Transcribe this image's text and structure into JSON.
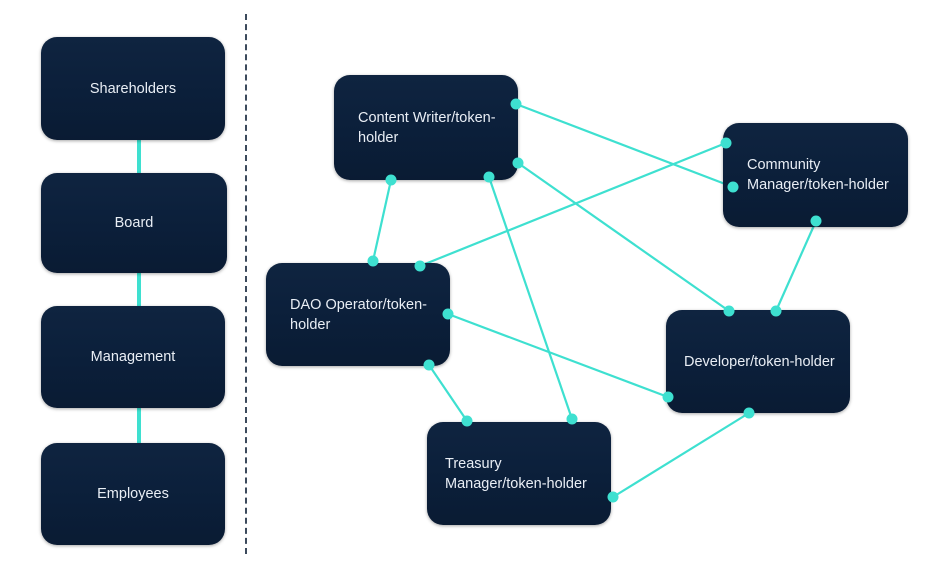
{
  "colors": {
    "box": "#0b1f3a",
    "text": "#e9eef5",
    "connector": "#3ee0d0",
    "divider": "#3c4a5c"
  },
  "traditional": {
    "nodes": [
      {
        "id": "shareholders",
        "label": "Shareholders"
      },
      {
        "id": "board",
        "label": "Board"
      },
      {
        "id": "management",
        "label": "Management"
      },
      {
        "id": "employees",
        "label": "Employees"
      }
    ]
  },
  "dao": {
    "nodes": [
      {
        "id": "content-writer",
        "label": "Content Writer/token-\nholder"
      },
      {
        "id": "community-manager",
        "label": "Community\nManager/token-holder"
      },
      {
        "id": "dao-operator",
        "label": "DAO Operator/token-\nholder"
      },
      {
        "id": "developer",
        "label": "Developer/token-holder"
      },
      {
        "id": "treasury-manager",
        "label": "Treasury\nManager/token-holder"
      }
    ],
    "edges": [
      [
        "content-writer",
        "community-manager"
      ],
      [
        "content-writer",
        "developer"
      ],
      [
        "content-writer",
        "dao-operator"
      ],
      [
        "content-writer",
        "treasury-manager"
      ],
      [
        "community-manager",
        "dao-operator"
      ],
      [
        "community-manager",
        "developer"
      ],
      [
        "dao-operator",
        "developer"
      ],
      [
        "dao-operator",
        "treasury-manager"
      ],
      [
        "treasury-manager",
        "developer"
      ]
    ]
  }
}
